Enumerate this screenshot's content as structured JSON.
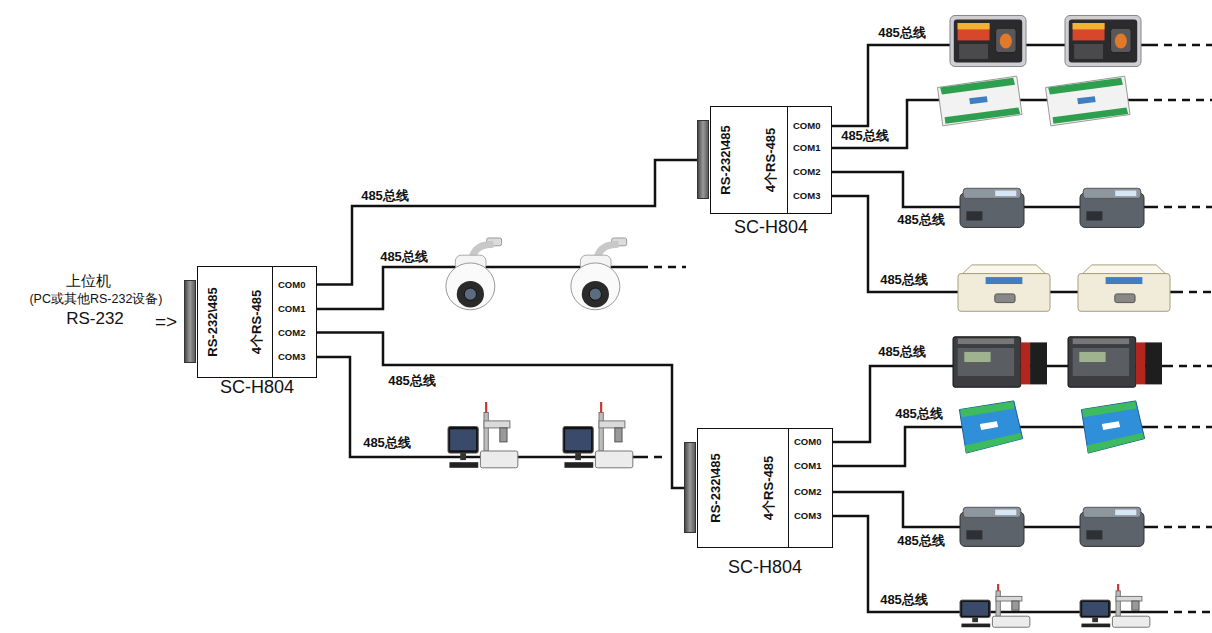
{
  "diagram": {
    "nodes": [
      {
        "text": [
          "SC-H804"
        ]
      },
      {
        "text": [
          "RS-232\\485",
          "4个RS-485"
        ],
        "in": 0
      },
      {
        "text": [
          "COM0",
          "COM1",
          "COM2",
          "COM3"
        ],
        "in": 0
      },
      {
        "text": [
          "SC-H804"
        ]
      },
      {
        "text": [
          "RS-232\\485",
          "4个RS-485"
        ],
        "in": 3
      },
      {
        "text": [
          "COM0",
          "COM1",
          "COM2",
          "COM3"
        ],
        "in": 3
      },
      {
        "text": [
          "SC-H804"
        ]
      },
      {
        "text": [
          "RS-232\\485",
          "4个RS-485"
        ],
        "in": 6
      },
      {
        "text": [
          "COM0",
          "COM1",
          "COM2",
          "COM3"
        ],
        "in": 6
      }
    ],
    "edges": [
      {
        "from": 2,
        "to": 4,
        "label": "485总线",
        "arrow": "none"
      },
      {
        "from": 2,
        "to": 7,
        "label": "485总线",
        "arrow": "none"
      }
    ],
    "labels": [
      "上位机",
      "(PC或其他RS-232设备)",
      "RS-232",
      "=>",
      "485总线",
      "485总线",
      "485总线",
      "485总线",
      "485总线",
      "485总线",
      "485总线",
      "485总线",
      "485总线",
      "485总线"
    ]
  }
}
